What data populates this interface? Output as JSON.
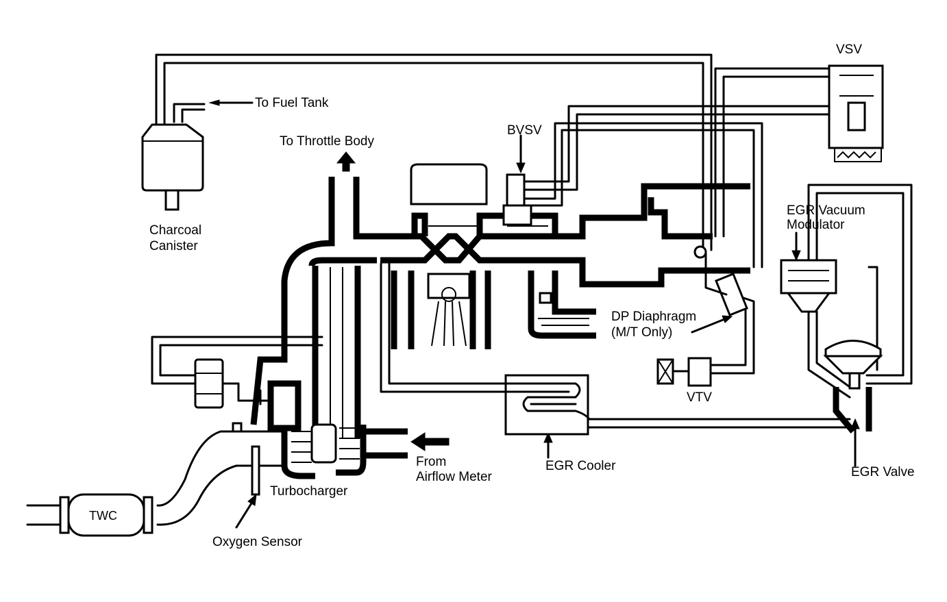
{
  "labels": {
    "vsv": "VSV",
    "to_fuel_tank": "To Fuel Tank",
    "to_throttle_body": "To Throttle Body",
    "bvsv": "BVSV",
    "charcoal_canister_1": "Charcoal",
    "charcoal_canister_2": "Canister",
    "egr_vacuum_modulator_1": "EGR Vacuum",
    "egr_vacuum_modulator_2": "Modulator",
    "dp_diaphragm_1": "DP Diaphragm",
    "dp_diaphragm_2": "(M/T Only)",
    "vtv": "VTV",
    "from_airflow_meter_1": "From",
    "from_airflow_meter_2": "Airflow Meter",
    "egr_cooler": "EGR Cooler",
    "egr_valve": "EGR Valve",
    "turbocharger": "Turbocharger",
    "oxygen_sensor": "Oxygen Sensor",
    "twc": "TWC"
  }
}
